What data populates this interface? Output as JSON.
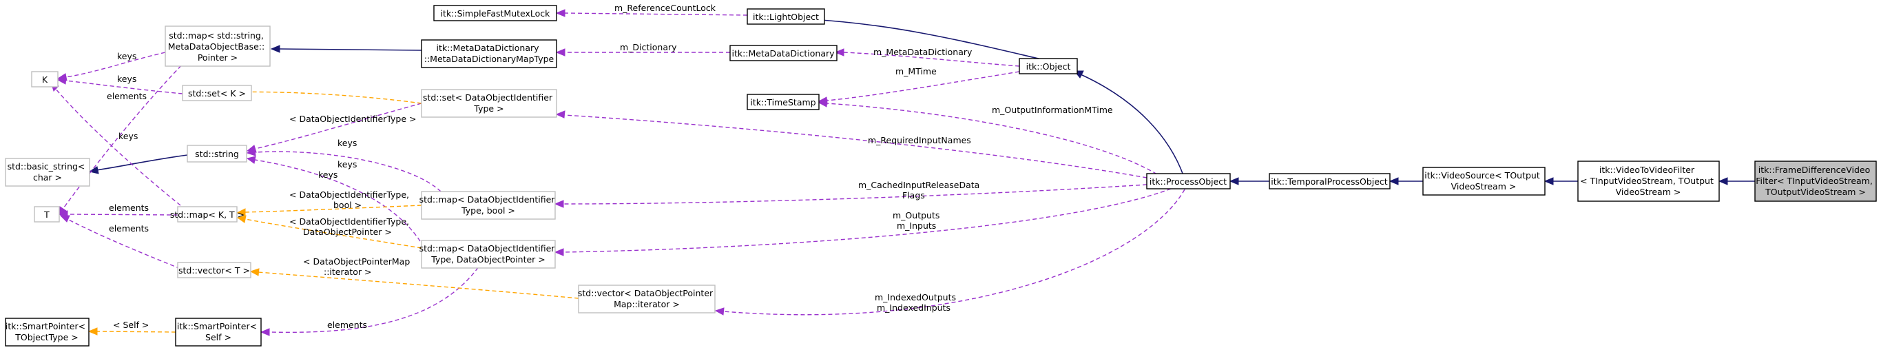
{
  "diagram": {
    "nodes": {
      "simplefastmutexlock": [
        "itk::SimpleFastMutexLock"
      ],
      "lightobject": [
        "itk::LightObject"
      ],
      "object": [
        "itk::Object"
      ],
      "metadatadictionary": [
        "itk::MetaDataDictionary"
      ],
      "metadatadictionarymaptype": [
        "itk::MetaDataDictionary",
        "::MetaDataDictionaryMapType"
      ],
      "map_string_metadata": [
        "std::map< std::string,",
        "MetaDataObjectBase::",
        "Pointer >"
      ],
      "k": [
        "K"
      ],
      "set_k": [
        "std::set< K >"
      ],
      "basic_string": [
        "std::basic_string<",
        "char >"
      ],
      "string": [
        "std::string"
      ],
      "t": [
        "T"
      ],
      "map_k_t": [
        "std::map< K, T >"
      ],
      "vector_t": [
        "std::vector< T >"
      ],
      "smartpointer_self": [
        "itk::SmartPointer<",
        "Self >"
      ],
      "smartpointer_objecttype": [
        "itk::SmartPointer<",
        "TObjectType >"
      ],
      "set_dataobjectidentifier": [
        "std::set< DataObjectIdentifier",
        "Type >"
      ],
      "map_dataobjectidentifier_bool": [
        "std::map< DataObjectIdentifier",
        "Type, bool >"
      ],
      "map_dataobjectidentifier_pointer": [
        "std::map< DataObjectIdentifier",
        "Type, DataObjectPointer >"
      ],
      "vector_dataobjectpointermap": [
        "std::vector< DataObjectPointer",
        "Map::iterator >"
      ],
      "timestamp": [
        "itk::TimeStamp"
      ],
      "processobject": [
        "itk::ProcessObject"
      ],
      "temporalprocessobject": [
        "itk::TemporalProcessObject"
      ],
      "videosource": [
        "itk::VideoSource< TOutput",
        "VideoStream >"
      ],
      "videotovideofilter": [
        "itk::VideoToVideoFilter",
        "< TInputVideoStream, TOutput",
        "VideoStream >"
      ],
      "framedifferencevideofilter": [
        "itk::FrameDifferenceVideo",
        "Filter< TInputVideoStream,",
        "TOutputVideoStream >"
      ]
    },
    "edge_labels": {
      "reference_count_lock": [
        "m_ReferenceCountLock"
      ],
      "dictionary": [
        "m_Dictionary"
      ],
      "metadatadictionary_member": [
        "m_MetaDataDictionary"
      ],
      "mtime": [
        "m_MTime"
      ],
      "output_information_mtime": [
        "m_OutputInformationMTime"
      ],
      "required_input_names": [
        "m_RequiredInputNames"
      ],
      "cached_input_release": [
        "m_CachedInputReleaseData",
        "Flags"
      ],
      "outputs_inputs": [
        "m_Outputs",
        "m_Inputs"
      ],
      "indexed_outputs_inputs": [
        "m_IndexedOutputs",
        "m_IndexedInputs"
      ],
      "keys_map_k": [
        "keys"
      ],
      "keys_set_k": [
        "keys"
      ],
      "elements_map_string": [
        "elements"
      ],
      "keys_map_kt_k": [
        "keys"
      ],
      "elements_map_kt_t": [
        "elements"
      ],
      "elements_vector_t": [
        "elements"
      ],
      "keys_set_doi": [
        "keys"
      ],
      "keys_map_doi_bool": [
        "keys"
      ],
      "keys_map_doi_ptr": [
        "keys"
      ],
      "elements_smartpointer": [
        "elements"
      ],
      "tpl_set_doi": [
        "< DataObjectIdentifierType >"
      ],
      "tpl_map_doi_bool": [
        "< DataObjectIdentifierType,",
        "bool >"
      ],
      "tpl_map_doi_ptr": [
        "< DataObjectIdentifierType,",
        "DataObjectPointer >"
      ],
      "tpl_vector_map": [
        "< DataObjectPointerMap",
        "::iterator >"
      ],
      "tpl_self": [
        "< Self >"
      ]
    }
  }
}
